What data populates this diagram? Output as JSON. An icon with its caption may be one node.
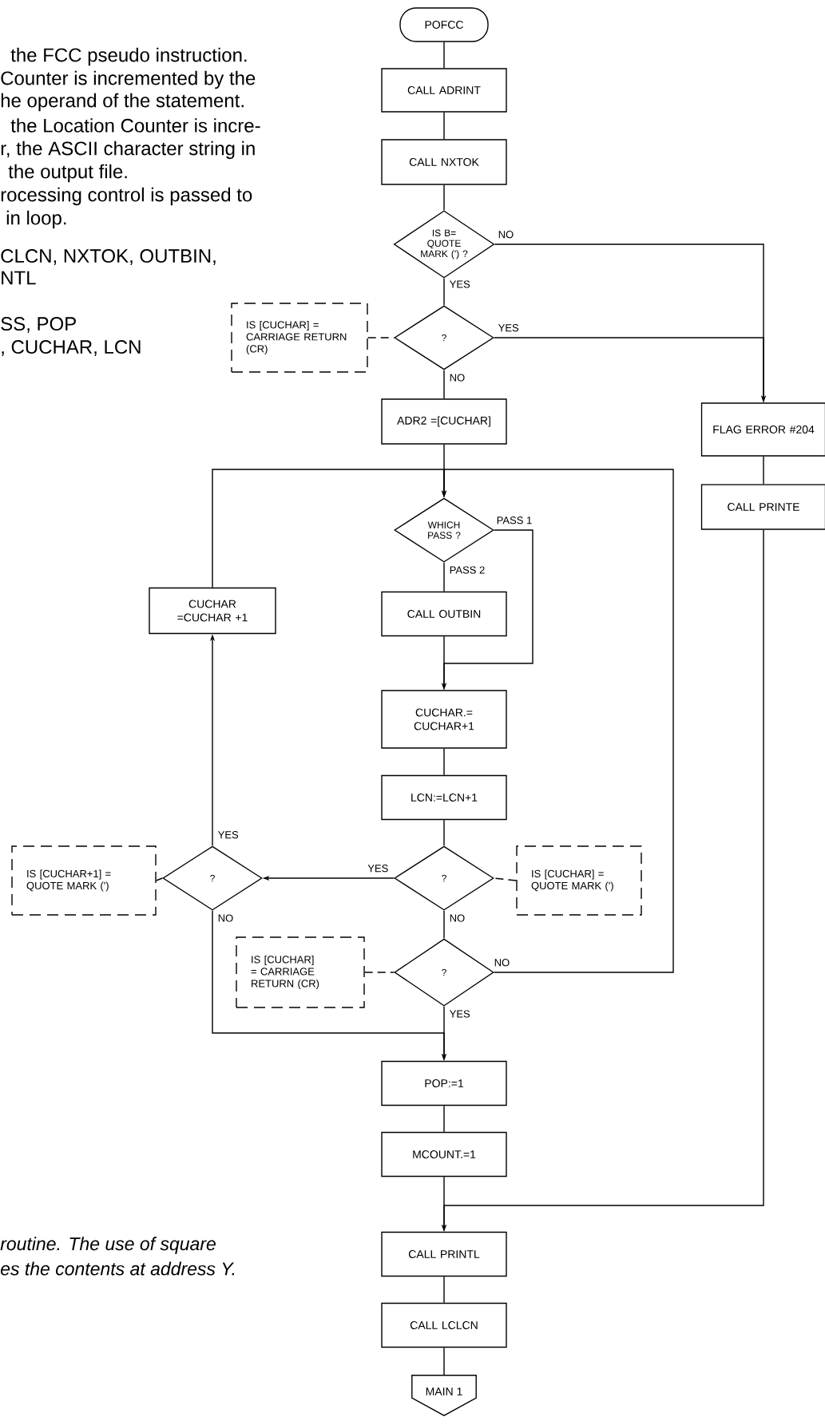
{
  "diagram": {
    "nodes": [
      {
        "text": [
          "POFCC"
        ]
      },
      {
        "text": [
          "CALL ADRINT"
        ]
      },
      {
        "text": [
          "CALL NXTOK"
        ]
      },
      {
        "text": [
          "IS B= QUOTE MARK (') ?"
        ]
      },
      {
        "text": [
          "IS [CUCHAR] = CARRIAGE RETURN (CR)"
        ]
      },
      {
        "text": [
          "?"
        ]
      },
      {
        "text": [
          "ADR2 =[CUCHAR]"
        ]
      },
      {
        "text": [
          "FLAG ERROR #204"
        ]
      },
      {
        "text": [
          "CALL PRINTE"
        ]
      },
      {
        "text": [
          "WHICH PASS ?"
        ]
      },
      {
        "text": [
          "CUCHAR =CUCHAR +1"
        ]
      },
      {
        "text": [
          "CALL OUTBIN"
        ]
      },
      {
        "text": [
          "CUCHAR.= CUCHAR+1"
        ]
      },
      {
        "text": [
          "LCN:=LCN+1"
        ]
      },
      {
        "text": [
          "IS [CUCHAR+1] = QUOTE MARK (')"
        ]
      },
      {
        "text": [
          "?"
        ]
      },
      {
        "text": [
          "?"
        ]
      },
      {
        "text": [
          "IS [CUCHAR] = QUOTE MARK (')"
        ]
      },
      {
        "text": [
          "IS [CUCHAR] = CARRIAGE RETURN (CR)"
        ]
      },
      {
        "text": [
          "?"
        ]
      },
      {
        "text": [
          "POP:=1"
        ]
      },
      {
        "text": [
          "MCOUNT.=1"
        ]
      },
      {
        "text": [
          "CALL PRINTL"
        ]
      },
      {
        "text": [
          "CALL LCLCN"
        ]
      },
      {
        "text": [
          "MAIN 1"
        ]
      }
    ],
    "edges": [
      {
        "from": 0,
        "to": 1,
        "arrow": "none"
      },
      {
        "from": 1,
        "to": 2,
        "arrow": "none"
      },
      {
        "from": 2,
        "to": 3,
        "arrow": "none"
      },
      {
        "from": 3,
        "to": 5,
        "arrow": "none",
        "label": "YES"
      },
      {
        "from": 3,
        "to": 7,
        "arrow": "to",
        "label": "NO"
      },
      {
        "from": 5,
        "to": 7,
        "arrow": "to",
        "label": "YES"
      },
      {
        "from": 5,
        "to": 6,
        "arrow": "none",
        "label": "NO"
      },
      {
        "from": 4,
        "to": 5,
        "arrow": "none",
        "style": "dashed"
      },
      {
        "from": 6,
        "to": 9,
        "arrow": "to"
      },
      {
        "from": 10,
        "to": 9,
        "arrow": "to"
      },
      {
        "from": 19,
        "to": 9,
        "arrow": "to",
        "label": "NO"
      },
      {
        "from": 9,
        "to": 11,
        "arrow": "none",
        "label": "PASS 2"
      },
      {
        "from": 9,
        "to": 12,
        "arrow": "to",
        "label": "PASS 1"
      },
      {
        "from": 11,
        "to": 12,
        "arrow": "to"
      },
      {
        "from": 12,
        "to": 13,
        "arrow": "none"
      },
      {
        "from": 13,
        "to": 16,
        "arrow": "none"
      },
      {
        "from": 16,
        "to": 15,
        "arrow": "to",
        "label": "YES"
      },
      {
        "from": 16,
        "to": 19,
        "arrow": "none",
        "label": "NO"
      },
      {
        "from": 17,
        "to": 16,
        "arrow": "none",
        "style": "dashed"
      },
      {
        "from": 14,
        "to": 15,
        "arrow": "none",
        "style": "dashed"
      },
      {
        "from": 15,
        "to": 10,
        "arrow": "to",
        "label": "YES"
      },
      {
        "from": 15,
        "to": 20,
        "arrow": "to",
        "label": "NO"
      },
      {
        "from": 19,
        "to": 20,
        "arrow": "to",
        "label": "YES"
      },
      {
        "from": 18,
        "to": 19,
        "arrow": "none",
        "style": "dashed"
      },
      {
        "from": 20,
        "to": 21,
        "arrow": "none"
      },
      {
        "from": 21,
        "to": 22,
        "arrow": "to"
      },
      {
        "from": 8,
        "to": 22,
        "arrow": "to"
      },
      {
        "from": 22,
        "to": 23,
        "arrow": "none"
      },
      {
        "from": 23,
        "to": 24,
        "arrow": "none"
      },
      {
        "from": 7,
        "to": 8,
        "arrow": "none"
      }
    ],
    "labels": [
      "the FCC pseudo instruction.",
      "Counter is incremented by the",
      "he operand of the statement.",
      "the Location Counter is incre-",
      "r, the ASCII character string in",
      "the output file.",
      "rocessing control is passed to",
      "in loop.",
      "CLCN, NXTOK, OUTBIN,",
      "NTL",
      "SS, POP",
      ", CUCHAR, LCN",
      "routine. The use of square",
      "es the contents at address Y."
    ]
  }
}
